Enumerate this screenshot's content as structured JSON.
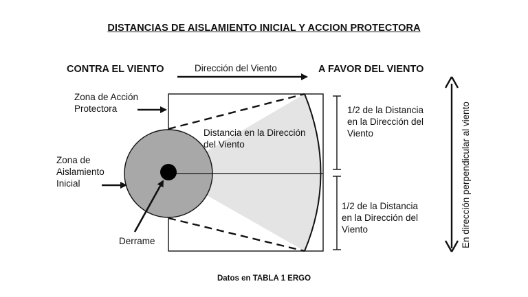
{
  "title": "DISTANCIAS DE AISLAMIENTO INICIAL Y ACCION PROTECTORA",
  "upwind_label": "CONTRA EL VIENTO",
  "wind_direction_label": "Dirección del Viento",
  "downwind_label": "A FAVOR DEL VIENTO",
  "protective_zone": [
    "Zona de Acción",
    "Protectora"
  ],
  "isolation_zone": [
    "Zona de",
    "Aislamiento",
    "Inicial"
  ],
  "spill_label": "Derrame",
  "downwind_distance": [
    "Distancia en la Dirección",
    "del Viento"
  ],
  "half_distance_top": [
    "1/2 de la Distancia",
    "en la Dirección del",
    "Viento"
  ],
  "half_distance_bottom": [
    "1/2 de la Distancia",
    "en la Dirección del",
    "Viento"
  ],
  "perpendicular_label": "En dirección perpendicular al viento",
  "footer": "Datos en TABLA 1 ERGO",
  "colors": {
    "protective_fill": "#e4e4e4",
    "isolation_fill": "#a8a8a8",
    "line": "#111111"
  }
}
